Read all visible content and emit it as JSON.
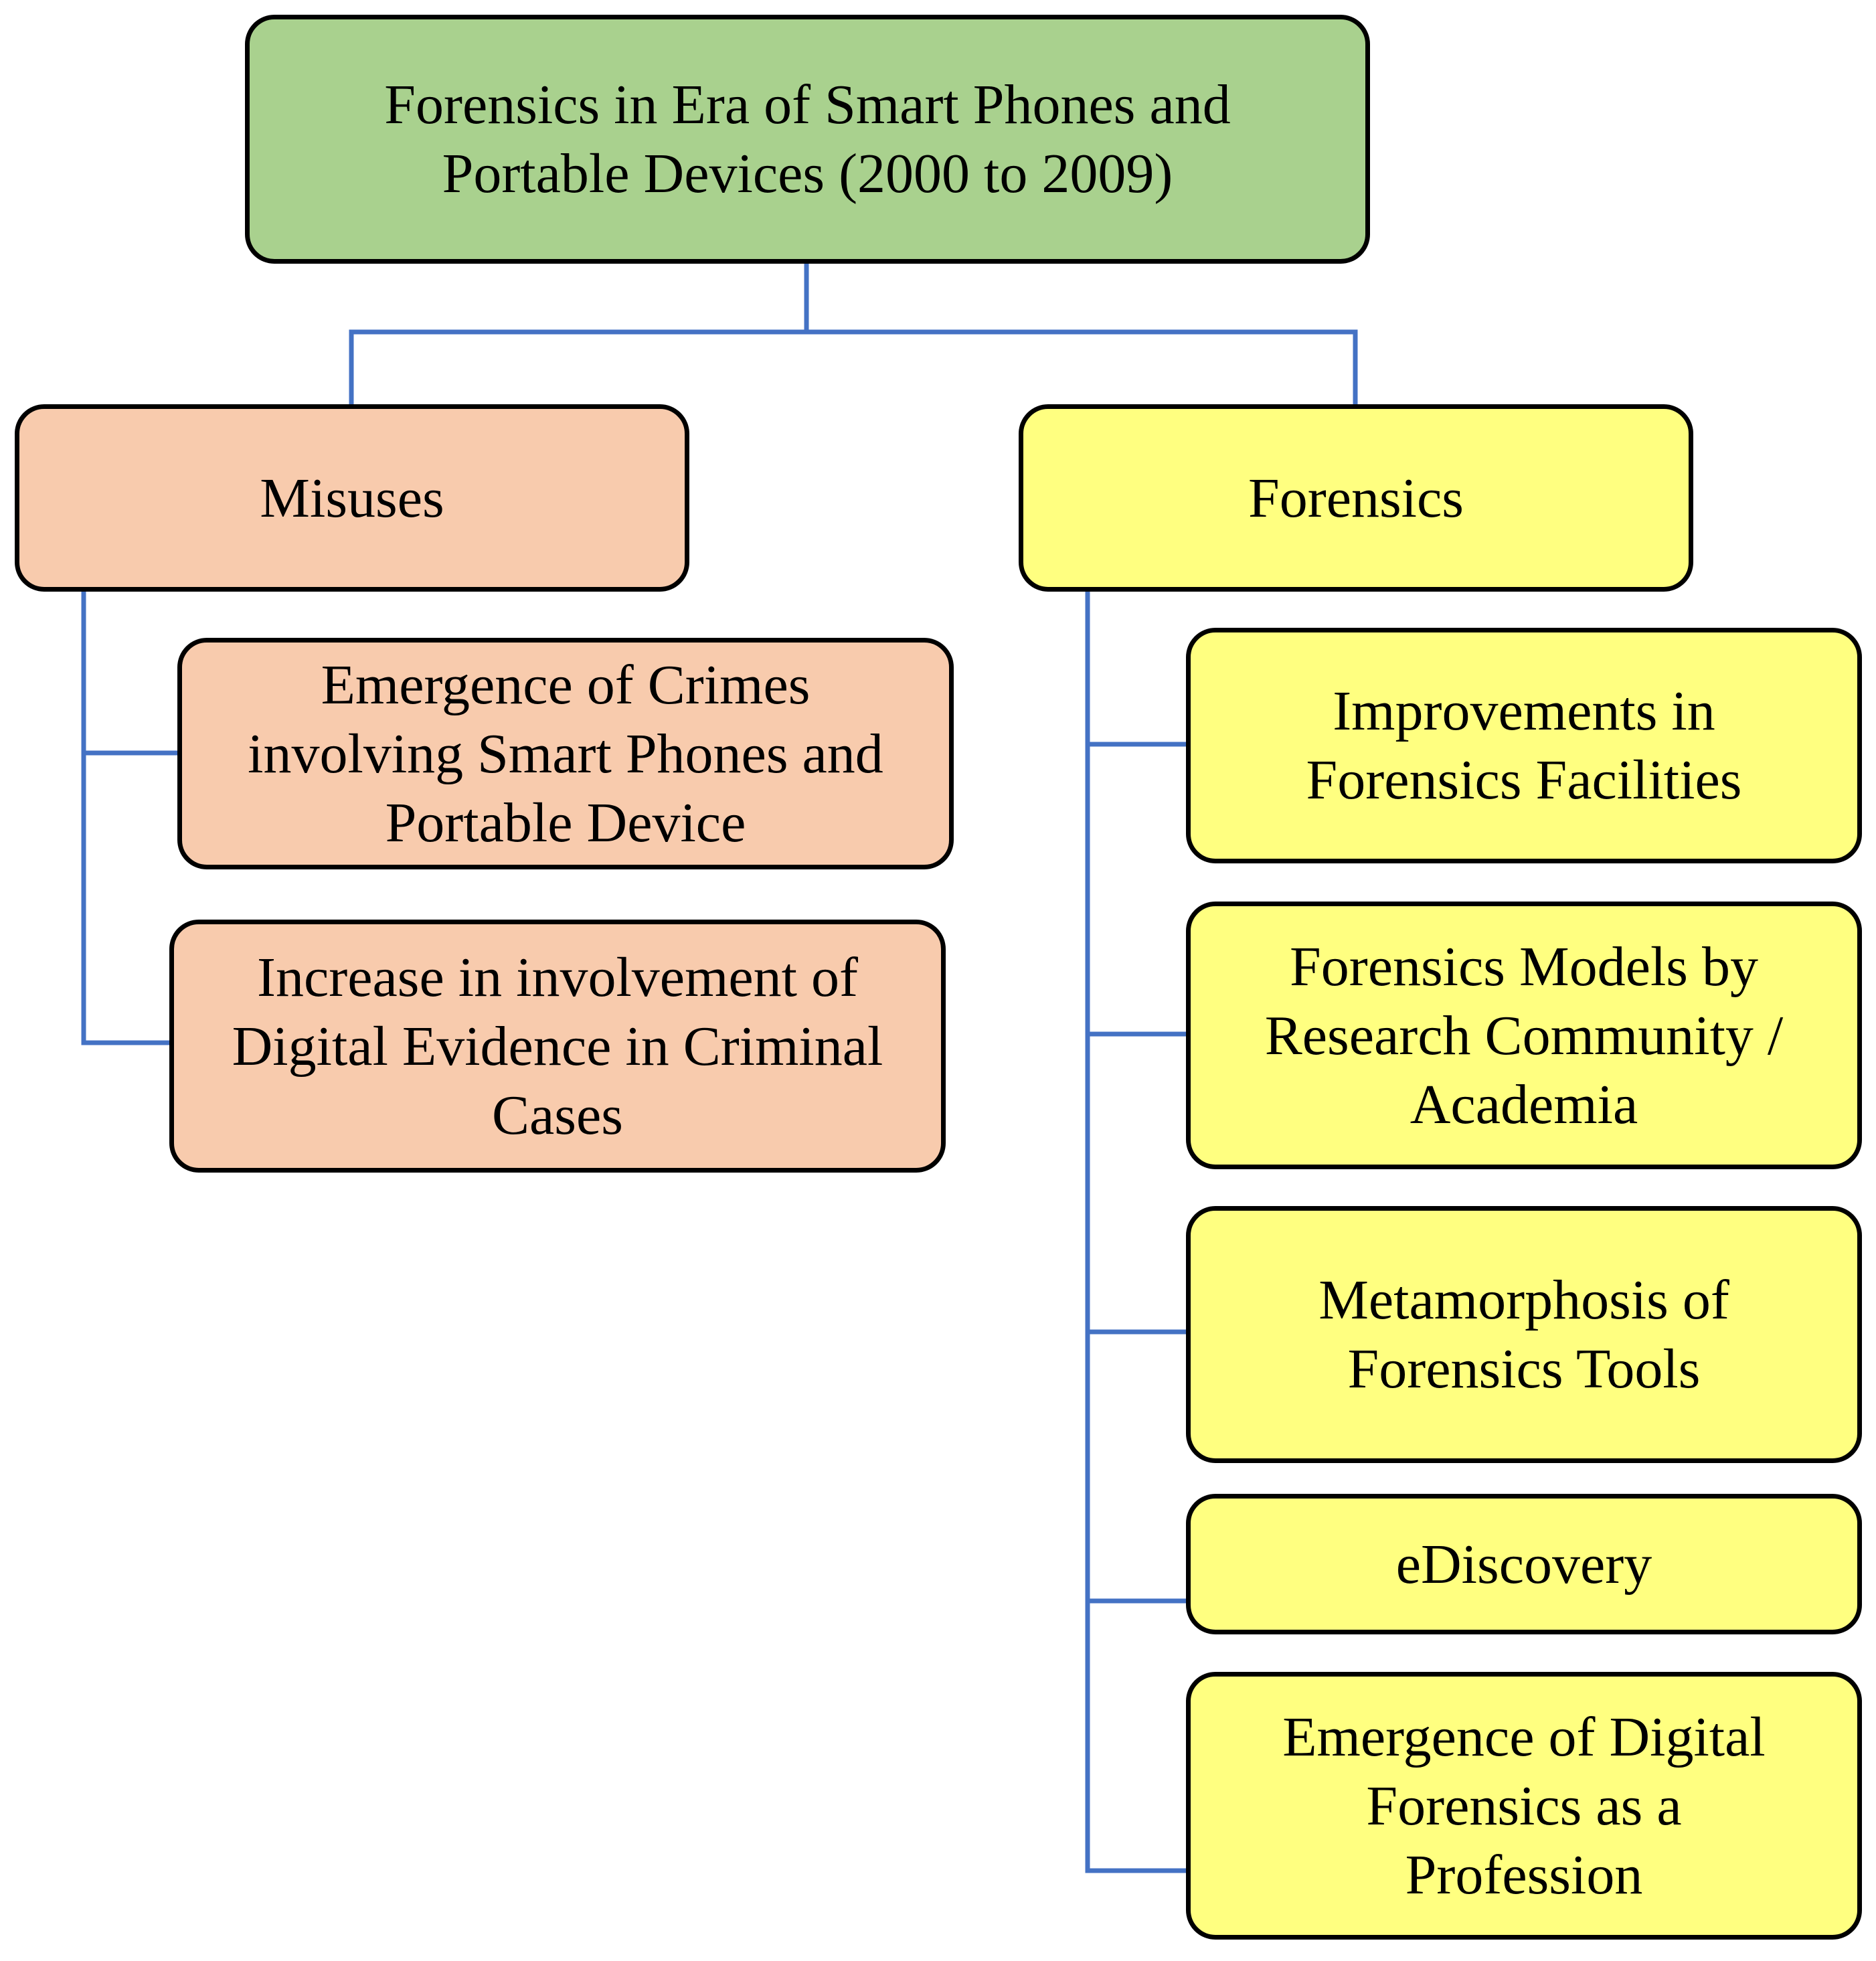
{
  "colors": {
    "root_fill": "#a9d18e",
    "misuses_fill": "#f8cbad",
    "forensics_fill": "#ffff80",
    "connector": "#4472c4",
    "border": "#000000"
  },
  "root": {
    "label": "Forensics in Era of Smart Phones and\nPortable Devices (2000 to 2009)"
  },
  "misuses": {
    "label": "Misuses",
    "items": [
      {
        "label": "Emergence of Crimes\ninvolving Smart Phones and\nPortable Device"
      },
      {
        "label": "Increase in involvement of\nDigital Evidence in Criminal\nCases"
      }
    ]
  },
  "forensics": {
    "label": "Forensics",
    "items": [
      {
        "label": "Improvements in\nForensics Facilities"
      },
      {
        "label": "Forensics Models by\nResearch Community /\nAcademia"
      },
      {
        "label": "Metamorphosis of\nForensics Tools"
      },
      {
        "label": "eDiscovery"
      },
      {
        "label": "Emergence of Digital\nForensics as a\nProfession"
      }
    ]
  }
}
